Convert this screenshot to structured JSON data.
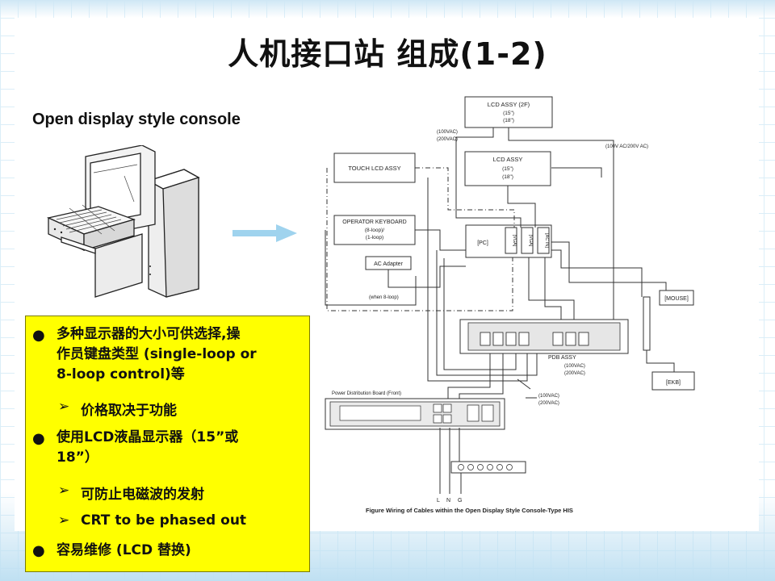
{
  "title": "人机接口站 组成(1-2)",
  "subtitle": "Open display style console",
  "bullets": {
    "item1_line1": "多种显示器的大小可供选择,操",
    "item1_line2": "作员键盘类型 (single-loop or",
    "item1_line3": "8-loop control)等",
    "sub1": "价格取决于功能",
    "item2_line1": "使用LCD液晶显示器（15”或",
    "item2_line2": "18”）",
    "sub2": "可防止电磁波的发射",
    "sub3": "CRT to be phased out",
    "item3": "容易维修 (LCD 替换)",
    "dot": "●",
    "arrow": "➢"
  },
  "diagram": {
    "lcd_2f": "LCD ASSY (2F)",
    "lcd_2f_s1": "(15\")",
    "lcd_2f_s2": "(18\")",
    "lcd": "LCD ASSY",
    "lcd_s1": "(15\")",
    "lcd_s2": "(18\")",
    "touch": "TOUCH LCD ASSY",
    "kbd": "OPERATOR KEYBOARD",
    "kbd_s1": "(8-loop)/",
    "kbd_s2": "(1-loop)",
    "ac_adapter": "AC Adapter",
    "pc": "[PC]",
    "vga1": "[VGA]",
    "vga2": "[VGA]",
    "ac_in": "[AC IN]",
    "mouse": "[MOUSE]",
    "ekb": "[EKB]",
    "pdb": "PDB ASSY",
    "pdb_v1": "(100VAC)",
    "pdb_v2": "(200VAC)",
    "v_left1": "(100VAC)",
    "v_left2": "(200VAC)",
    "v_right": "(100V AC/200V AC)",
    "when8": "(when 8-loop)",
    "pdb_front": "Power Distribution Board (Front)",
    "v_bottom1": "(100VAC)",
    "v_bottom2": "(200VAC)",
    "lng_l": "L",
    "lng_n": "N",
    "lng_g": "G",
    "caption": "Figure   Wiring of Cables within the Open Display Style Console-Type HIS"
  }
}
